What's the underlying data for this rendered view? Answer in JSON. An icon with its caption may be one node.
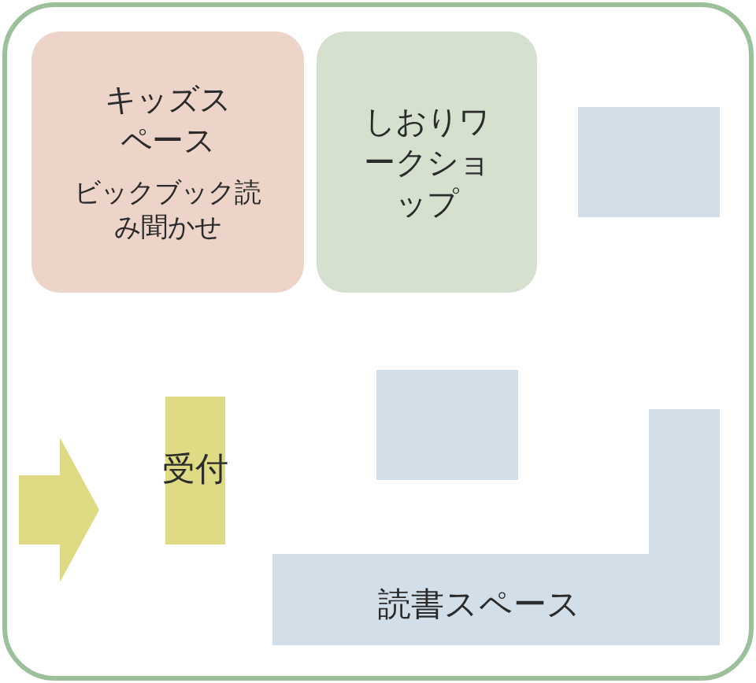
{
  "diagram": {
    "nodes": [
      {
        "text": [
          "キッズスペース",
          "ビックブック読み聞かせ"
        ]
      },
      {
        "text": [
          "しおりワークショップ"
        ]
      },
      {
        "text": [],
        "shape": "box"
      },
      {
        "text": [],
        "shape": "box"
      },
      {
        "text": [
          "受付"
        ]
      },
      {
        "text": [
          "読書スペース"
        ]
      }
    ],
    "edges": []
  }
}
